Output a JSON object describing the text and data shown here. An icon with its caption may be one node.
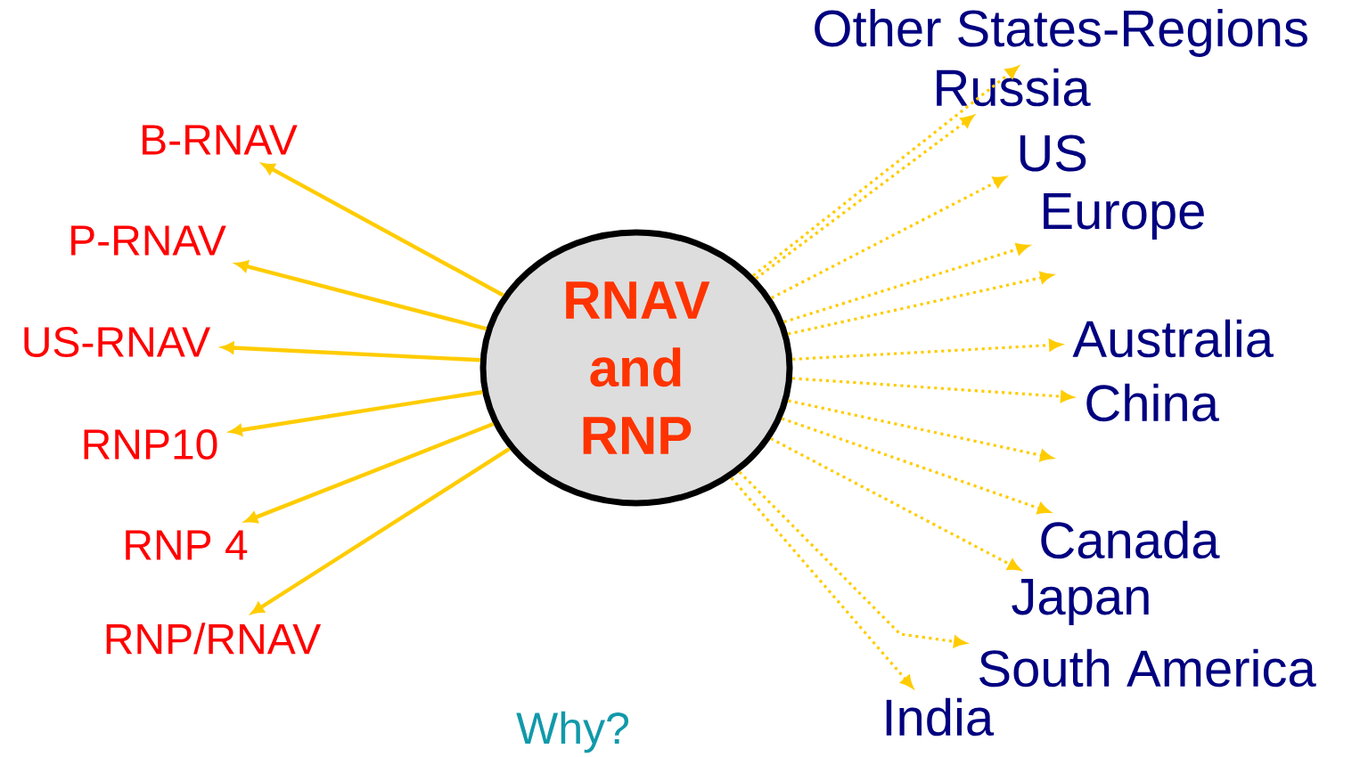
{
  "diagram": {
    "nodes": [
      {
        "text": [
          "RNAV and RNP"
        ]
      },
      {
        "text": [
          "B-RNAV"
        ]
      },
      {
        "text": [
          "P-RNAV"
        ]
      },
      {
        "text": [
          "US-RNAV"
        ]
      },
      {
        "text": [
          "RNP10"
        ]
      },
      {
        "text": [
          "RNP 4"
        ]
      },
      {
        "text": [
          "RNP/RNAV"
        ]
      },
      {
        "text": [
          "Other States-Regions"
        ]
      },
      {
        "text": [
          "Russia"
        ]
      },
      {
        "text": [
          "US"
        ]
      },
      {
        "text": [
          "Europe"
        ]
      },
      {
        "text": [
          "Australia"
        ]
      },
      {
        "text": [
          "China"
        ]
      },
      {
        "text": [
          "Canada"
        ]
      },
      {
        "text": [
          "Japan"
        ]
      },
      {
        "text": [
          "South America"
        ]
      },
      {
        "text": [
          "India"
        ]
      }
    ],
    "edges": [
      {
        "from": 0,
        "to": 1,
        "arrow": "to"
      },
      {
        "from": 0,
        "to": 2,
        "arrow": "to"
      },
      {
        "from": 0,
        "to": 3,
        "arrow": "to"
      },
      {
        "from": 0,
        "to": 4,
        "arrow": "to"
      },
      {
        "from": 0,
        "to": 5,
        "arrow": "to"
      },
      {
        "from": 0,
        "to": 6,
        "arrow": "to"
      },
      {
        "from": 0,
        "to": 7,
        "arrow": "to",
        "style": "dashed"
      },
      {
        "from": 0,
        "to": 8,
        "arrow": "to",
        "style": "dashed"
      },
      {
        "from": 0,
        "to": 9,
        "arrow": "to",
        "style": "dashed"
      },
      {
        "from": 0,
        "to": 10,
        "arrow": "to",
        "style": "dashed"
      },
      {
        "from": 0,
        "to": null,
        "arrow": "to",
        "style": "dashed"
      },
      {
        "from": 0,
        "to": 11,
        "arrow": "to",
        "style": "dashed"
      },
      {
        "from": 0,
        "to": 12,
        "arrow": "to",
        "style": "dashed"
      },
      {
        "from": 0,
        "to": null,
        "arrow": "to",
        "style": "dashed"
      },
      {
        "from": 0,
        "to": 13,
        "arrow": "to",
        "style": "dashed"
      },
      {
        "from": 0,
        "to": 14,
        "arrow": "to",
        "style": "dashed"
      },
      {
        "from": 0,
        "to": 15,
        "arrow": "to",
        "style": "dashed"
      },
      {
        "from": 0,
        "to": 16,
        "arrow": "to",
        "style": "dashed"
      }
    ],
    "labels": [
      "Why?"
    ]
  }
}
